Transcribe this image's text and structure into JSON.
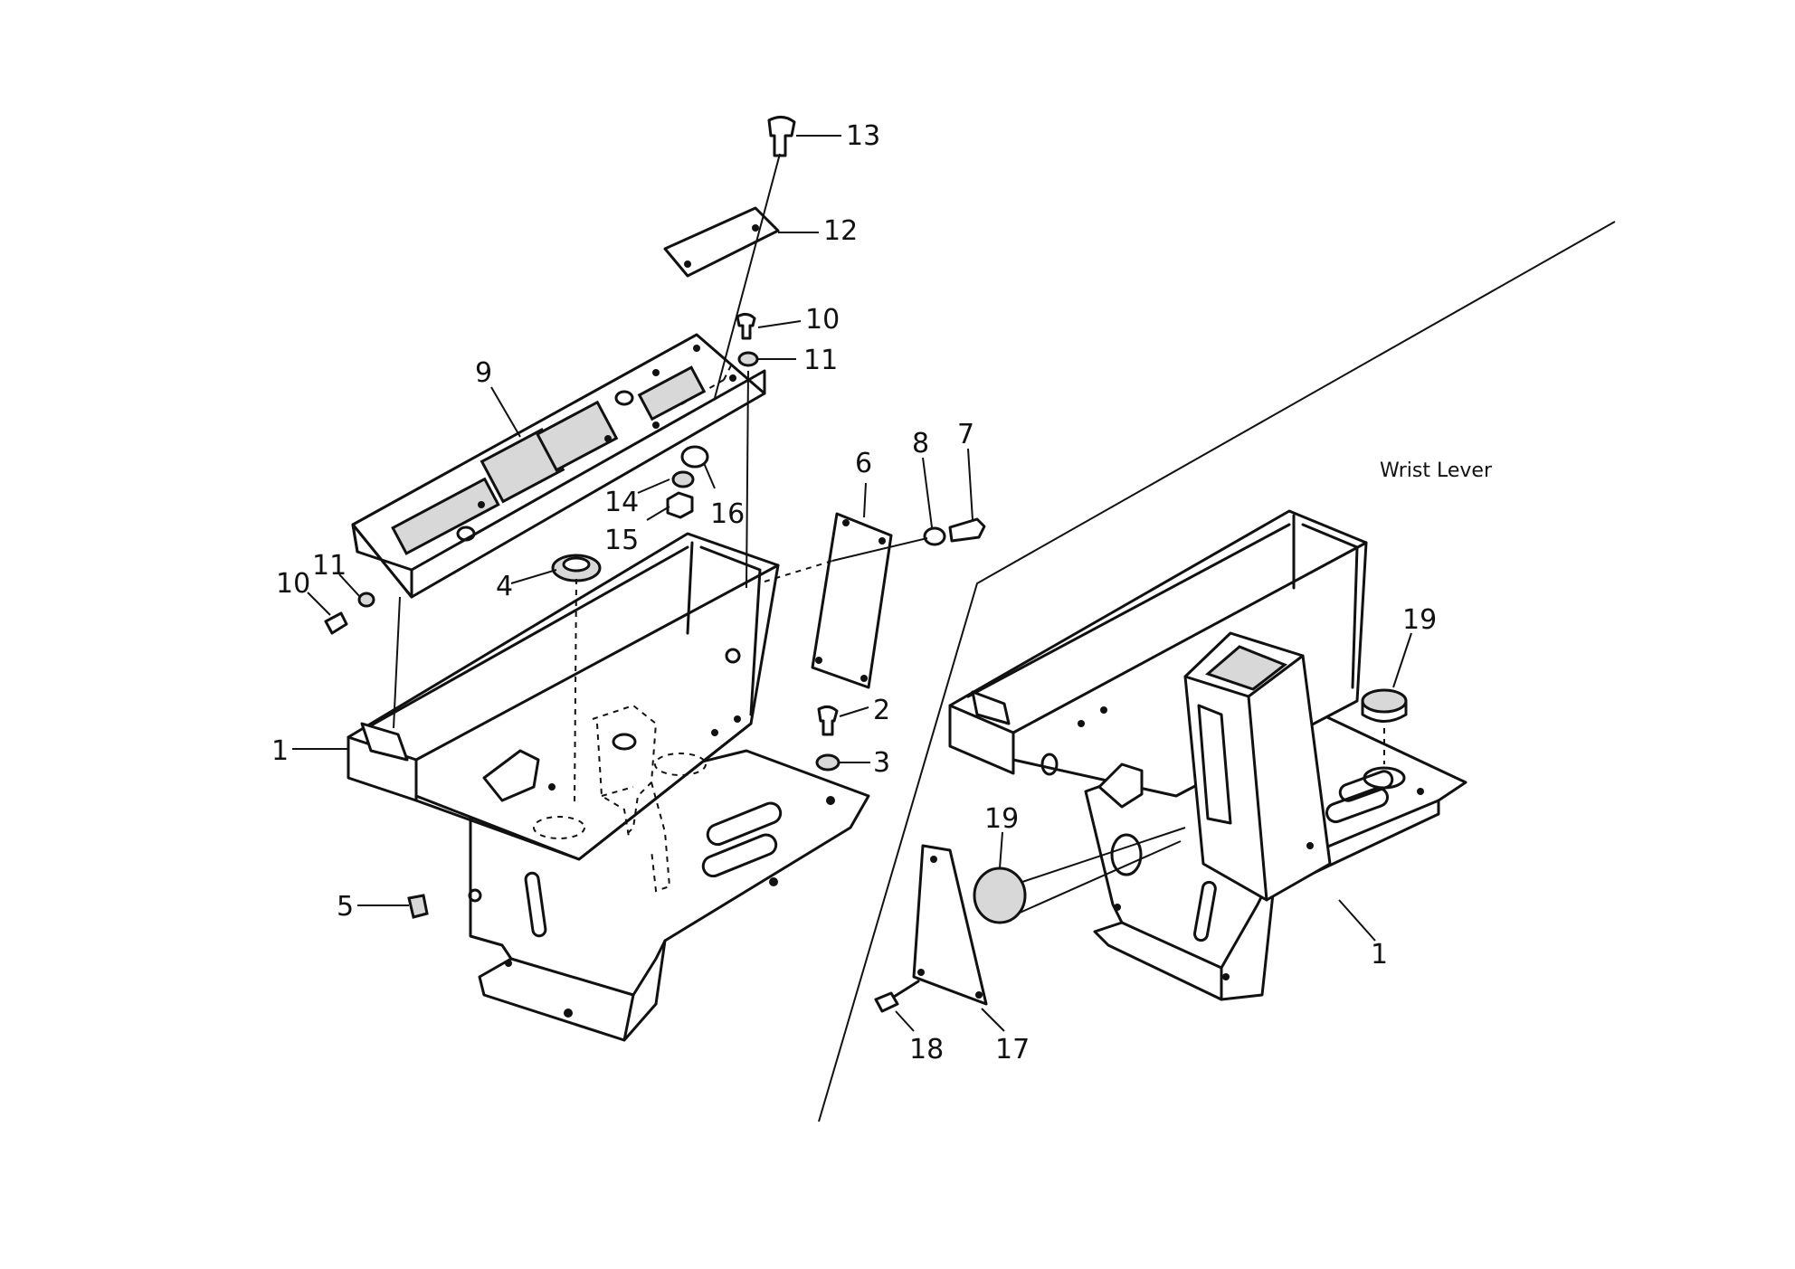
{
  "caption": "Wrist Lever",
  "callouts": {
    "n1_left": "1",
    "n2": "2",
    "n3": "3",
    "n4": "4",
    "n5": "5",
    "n6": "6",
    "n7": "7",
    "n8": "8",
    "n9": "9",
    "n10_top": "10",
    "n10_left": "10",
    "n11_top": "11",
    "n11_left": "11",
    "n12": "12",
    "n13": "13",
    "n14": "14",
    "n15": "15",
    "n16": "16",
    "n17": "17",
    "n18": "18",
    "n19_right": "19",
    "n19_left": "19",
    "n1_right": "1"
  }
}
